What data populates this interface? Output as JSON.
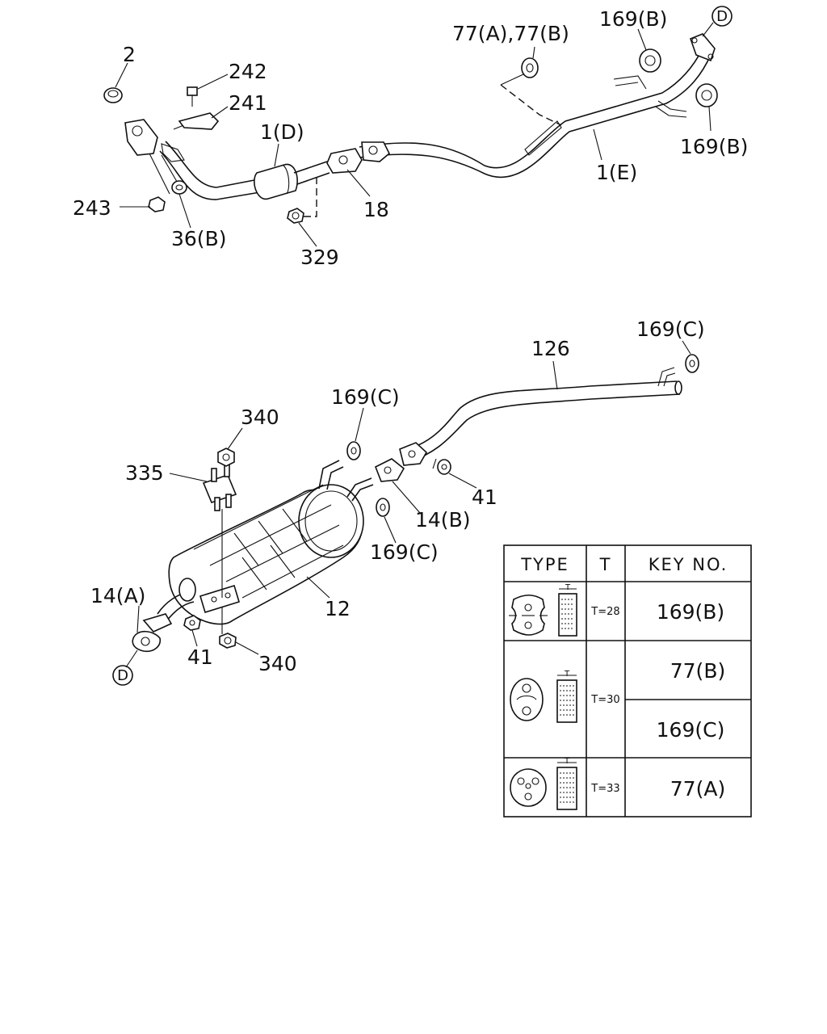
{
  "callouts": {
    "c2": "2",
    "c242": "242",
    "c241": "241",
    "c1d": "1(D)",
    "c243": "243",
    "c36b": "36(B)",
    "c329": "329",
    "c18": "18",
    "c77ab": "77(A),77(B)",
    "c169b_top": "169(B)",
    "c169b_right": "169(B)",
    "c1e": "1(E)",
    "cD_top": "D",
    "c169c_top": "169(C)",
    "c126": "126",
    "c169c_mid": "169(C)",
    "c340_top": "340",
    "c335": "335",
    "c41_right": "41",
    "c14b": "14(B)",
    "c169c_low": "169(C)",
    "c14a": "14(A)",
    "c12": "12",
    "c41_left": "41",
    "c340_bot": "340",
    "cD_bot": "D"
  },
  "legend_table": {
    "headers": [
      "TYPE",
      "T",
      "KEY NO."
    ],
    "rows": [
      {
        "type_icon": "two-hole-rubber-mount-icon",
        "thickness": "T=28",
        "keys": [
          "169(B)"
        ]
      },
      {
        "type_icon": "oval-rubber-mount-icon",
        "thickness": "T=30",
        "keys": [
          "77(B)",
          "169(C)"
        ]
      },
      {
        "type_icon": "three-hole-rubber-mount-icon",
        "thickness": "T=33",
        "keys": [
          "77(A)"
        ]
      }
    ],
    "gauge_label": "T"
  }
}
